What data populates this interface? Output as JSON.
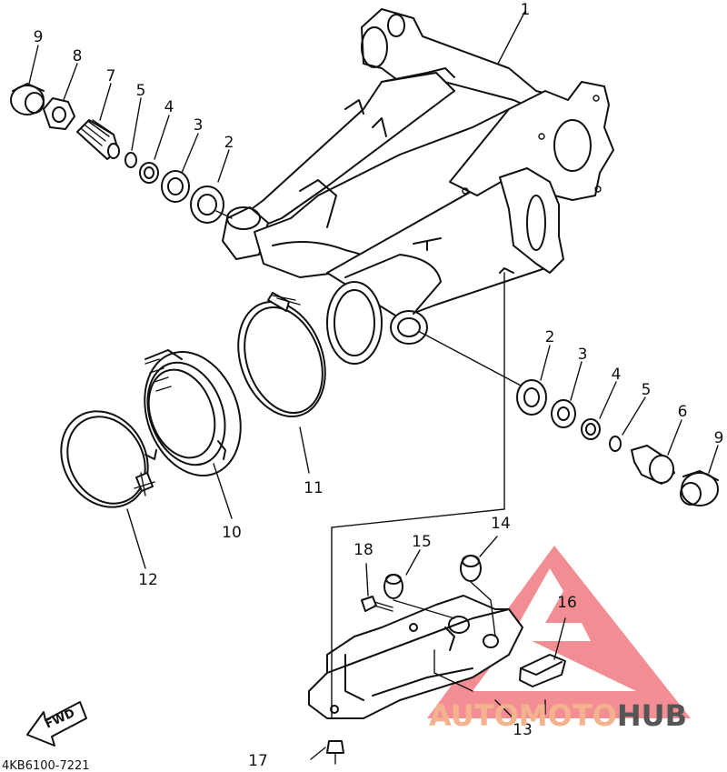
{
  "diagram": {
    "part_labels": [
      {
        "text": "1"
      },
      {
        "text": "2"
      },
      {
        "text": "3"
      },
      {
        "text": "4"
      },
      {
        "text": "5"
      },
      {
        "text": "7"
      },
      {
        "text": "8"
      },
      {
        "text": "9"
      },
      {
        "text": "2"
      },
      {
        "text": "3"
      },
      {
        "text": "4"
      },
      {
        "text": "5"
      },
      {
        "text": "6"
      },
      {
        "text": "9"
      },
      {
        "text": "10"
      },
      {
        "text": "11"
      },
      {
        "text": "12"
      },
      {
        "text": "13"
      },
      {
        "text": "14"
      },
      {
        "text": "15"
      },
      {
        "text": "16"
      },
      {
        "text": "17"
      },
      {
        "text": "18"
      }
    ],
    "direction_label": "FWD",
    "drawing_code": "4KB6100-7221"
  },
  "watermark": {
    "part1": "AUTOMOTO",
    "part2": "HUB",
    "color_light": "#f4b38f",
    "color_dark": "#555555",
    "triangle_color": "#e8323c"
  }
}
